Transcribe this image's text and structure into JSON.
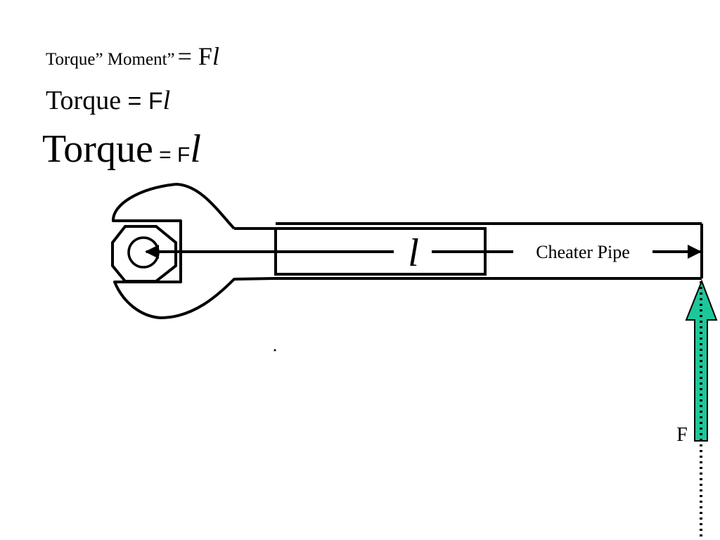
{
  "equations": {
    "line1": {
      "word": "Torque” Moment”",
      "rhs_prefix": "= F",
      "symbol": "l"
    },
    "line2": {
      "word": "Torque",
      "rhs_prefix": " = F",
      "symbol": "l"
    },
    "line3": {
      "word": "Torque",
      "eq": " = ",
      "F": "F",
      "symbol": "l"
    }
  },
  "diagram": {
    "length_label": "l",
    "pipe_label": "Cheater Pipe",
    "force_label": "F",
    "colors": {
      "force_arrow": "#1dc79a",
      "line": "#000000"
    },
    "icons": [
      "wrench-icon",
      "hex-nut-icon",
      "force-arrow-icon"
    ]
  }
}
